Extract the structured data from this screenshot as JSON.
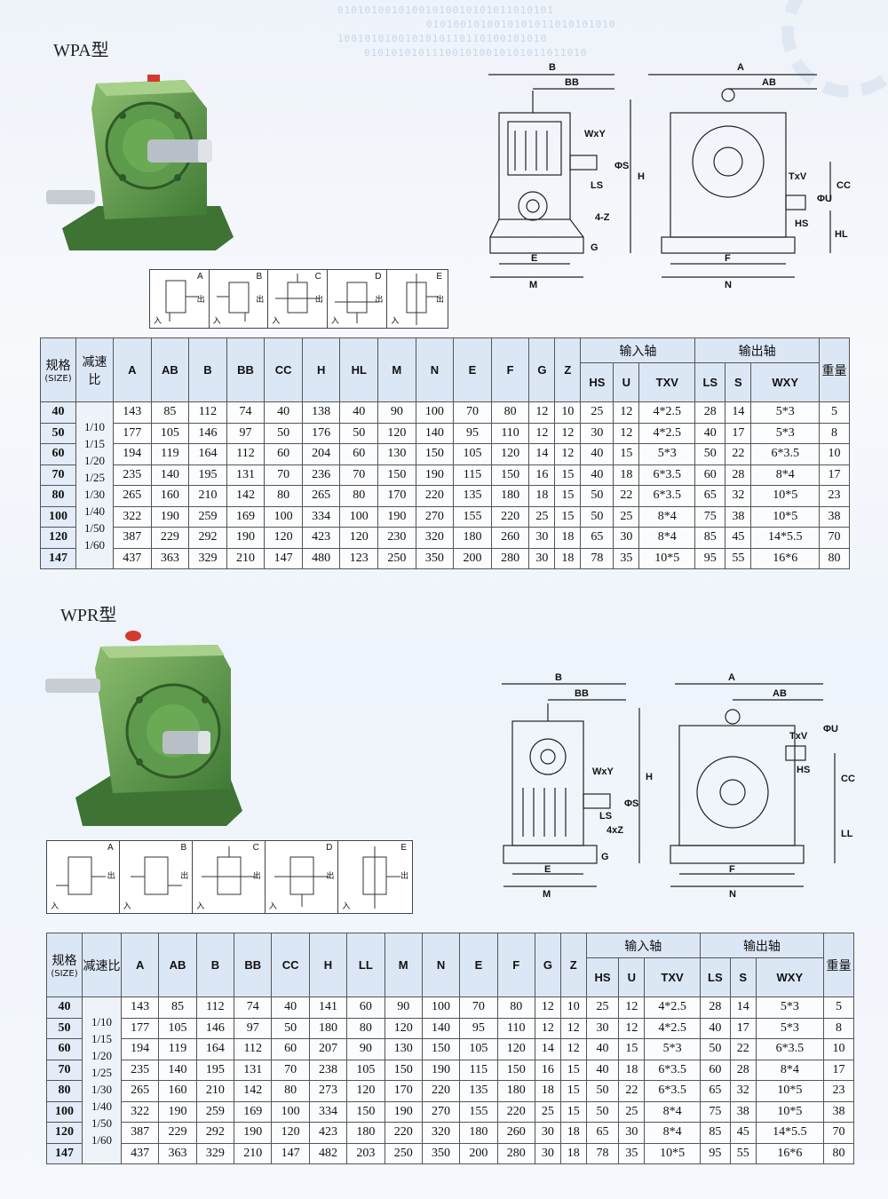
{
  "deco": {
    "binary_lines": [
      "01010100101001010010101011010101",
      "0101001010010101011010101010",
      "1001010100101010110110100101010",
      "010101010111001010010101011011010"
    ]
  },
  "sections": [
    {
      "title": "WPA型",
      "mount_letters": [
        "A",
        "B",
        "C",
        "D",
        "E"
      ],
      "mount_in": "入",
      "mount_out": "出",
      "drawing_labels": {
        "left": [
          "B",
          "BB",
          "WxY",
          "ΦS",
          "LS",
          "4-Z",
          "G",
          "E",
          "M",
          "H"
        ],
        "right": [
          "A",
          "AB",
          "TxV",
          "ΦU",
          "CC",
          "HS",
          "HL",
          "F",
          "N"
        ]
      },
      "table": {
        "header_size": "规格",
        "header_size_sub": "(SIZE)",
        "header_ratio": "减速比",
        "header_input": "输入轴",
        "header_output": "输出轴",
        "header_weight": "重量",
        "columns": [
          "A",
          "AB",
          "B",
          "BB",
          "CC",
          "H",
          "HL",
          "M",
          "N",
          "E",
          "F",
          "G",
          "Z"
        ],
        "input_columns": [
          "HS",
          "U",
          "TXV"
        ],
        "output_columns": [
          "LS",
          "S",
          "WXY"
        ],
        "ratio_text": "1/10\n1/15\n1/20\n1/25\n1/30\n1/40\n1/50\n1/60",
        "rows": [
          {
            "size": "40",
            "vals": [
              "143",
              "85",
              "112",
              "74",
              "40",
              "138",
              "40",
              "90",
              "100",
              "70",
              "80",
              "12",
              "10",
              "25",
              "12",
              "4*2.5",
              "28",
              "14",
              "5*3",
              "5"
            ]
          },
          {
            "size": "50",
            "vals": [
              "177",
              "105",
              "146",
              "97",
              "50",
              "176",
              "50",
              "120",
              "140",
              "95",
              "110",
              "12",
              "12",
              "30",
              "12",
              "4*2.5",
              "40",
              "17",
              "5*3",
              "8"
            ]
          },
          {
            "size": "60",
            "vals": [
              "194",
              "119",
              "164",
              "112",
              "60",
              "204",
              "60",
              "130",
              "150",
              "105",
              "120",
              "14",
              "12",
              "40",
              "15",
              "5*3",
              "50",
              "22",
              "6*3.5",
              "10"
            ]
          },
          {
            "size": "70",
            "vals": [
              "235",
              "140",
              "195",
              "131",
              "70",
              "236",
              "70",
              "150",
              "190",
              "115",
              "150",
              "16",
              "15",
              "40",
              "18",
              "6*3.5",
              "60",
              "28",
              "8*4",
              "17"
            ]
          },
          {
            "size": "80",
            "vals": [
              "265",
              "160",
              "210",
              "142",
              "80",
              "265",
              "80",
              "170",
              "220",
              "135",
              "180",
              "18",
              "15",
              "50",
              "22",
              "6*3.5",
              "65",
              "32",
              "10*5",
              "23"
            ]
          },
          {
            "size": "100",
            "vals": [
              "322",
              "190",
              "259",
              "169",
              "100",
              "334",
              "100",
              "190",
              "270",
              "155",
              "220",
              "25",
              "15",
              "50",
              "25",
              "8*4",
              "75",
              "38",
              "10*5",
              "38"
            ]
          },
          {
            "size": "120",
            "vals": [
              "387",
              "229",
              "292",
              "190",
              "120",
              "423",
              "120",
              "230",
              "320",
              "180",
              "260",
              "30",
              "18",
              "65",
              "30",
              "8*4",
              "85",
              "45",
              "14*5.5",
              "70"
            ]
          },
          {
            "size": "147",
            "vals": [
              "437",
              "363",
              "329",
              "210",
              "147",
              "480",
              "123",
              "250",
              "350",
              "200",
              "280",
              "30",
              "18",
              "78",
              "35",
              "10*5",
              "95",
              "55",
              "16*6",
              "80"
            ]
          }
        ]
      }
    },
    {
      "title": "WPR型",
      "mount_letters": [
        "A",
        "B",
        "C",
        "D",
        "E"
      ],
      "mount_in": "入",
      "mount_out": "出",
      "drawing_labels": {
        "left": [
          "B",
          "BB",
          "WxY",
          "ΦS",
          "LS",
          "4xZ",
          "G",
          "E",
          "M",
          "H"
        ],
        "right": [
          "A",
          "AB",
          "TxV",
          "ΦU",
          "HS",
          "CC",
          "LL",
          "F",
          "N"
        ]
      },
      "table": {
        "header_size": "规格",
        "header_size_sub": "(SIZE)",
        "header_ratio": "减速比",
        "header_input": "输入轴",
        "header_output": "输出轴",
        "header_weight": "重量",
        "columns": [
          "A",
          "AB",
          "B",
          "BB",
          "CC",
          "H",
          "LL",
          "M",
          "N",
          "E",
          "F",
          "G",
          "Z"
        ],
        "input_columns": [
          "HS",
          "U",
          "TXV"
        ],
        "output_columns": [
          "LS",
          "S",
          "WXY"
        ],
        "ratio_text": "1/10\n1/15\n1/20\n1/25\n1/30\n1/40\n1/50\n1/60",
        "rows": [
          {
            "size": "40",
            "vals": [
              "143",
              "85",
              "112",
              "74",
              "40",
              "141",
              "60",
              "90",
              "100",
              "70",
              "80",
              "12",
              "10",
              "25",
              "12",
              "4*2.5",
              "28",
              "14",
              "5*3",
              "5"
            ]
          },
          {
            "size": "50",
            "vals": [
              "177",
              "105",
              "146",
              "97",
              "50",
              "180",
              "80",
              "120",
              "140",
              "95",
              "110",
              "12",
              "12",
              "30",
              "12",
              "4*2.5",
              "40",
              "17",
              "5*3",
              "8"
            ]
          },
          {
            "size": "60",
            "vals": [
              "194",
              "119",
              "164",
              "112",
              "60",
              "207",
              "90",
              "130",
              "150",
              "105",
              "120",
              "14",
              "12",
              "40",
              "15",
              "5*3",
              "50",
              "22",
              "6*3.5",
              "10"
            ]
          },
          {
            "size": "70",
            "vals": [
              "235",
              "140",
              "195",
              "131",
              "70",
              "238",
              "105",
              "150",
              "190",
              "115",
              "150",
              "16",
              "15",
              "40",
              "18",
              "6*3.5",
              "60",
              "28",
              "8*4",
              "17"
            ]
          },
          {
            "size": "80",
            "vals": [
              "265",
              "160",
              "210",
              "142",
              "80",
              "273",
              "120",
              "170",
              "220",
              "135",
              "180",
              "18",
              "15",
              "50",
              "22",
              "6*3.5",
              "65",
              "32",
              "10*5",
              "23"
            ]
          },
          {
            "size": "100",
            "vals": [
              "322",
              "190",
              "259",
              "169",
              "100",
              "334",
              "150",
              "190",
              "270",
              "155",
              "220",
              "25",
              "15",
              "50",
              "25",
              "8*4",
              "75",
              "38",
              "10*5",
              "38"
            ]
          },
          {
            "size": "120",
            "vals": [
              "387",
              "229",
              "292",
              "190",
              "120",
              "423",
              "180",
              "220",
              "320",
              "180",
              "260",
              "30",
              "18",
              "65",
              "30",
              "8*4",
              "85",
              "45",
              "14*5.5",
              "70"
            ]
          },
          {
            "size": "147",
            "vals": [
              "437",
              "363",
              "329",
              "210",
              "147",
              "482",
              "203",
              "250",
              "350",
              "200",
              "280",
              "30",
              "18",
              "78",
              "35",
              "10*5",
              "95",
              "55",
              "16*6",
              "80"
            ]
          }
        ]
      }
    }
  ]
}
